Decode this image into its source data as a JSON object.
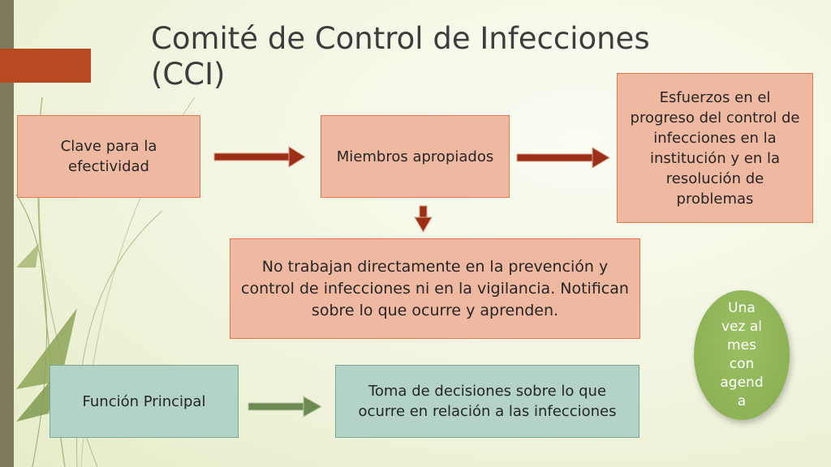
{
  "slide": {
    "title": "Comité de Control de Infecciones (CCI)",
    "nodes": {
      "clave": "Clave para la efectividad",
      "miembros": "Miembros apropiados",
      "esfuerzos": "Esfuerzos en el progreso del control de infecciones en la institución y en la resolución de problemas",
      "no_trabajan": "No trabajan directamente en la prevención y control de infecciones ni en la vigilancia. Notifican sobre lo que ocurre y aprenden.",
      "funcion": "Función Principal",
      "toma": "Toma de decisiones sobre lo que ocurre en relación a las infecciones",
      "frecuencia": "Una vez al mes con agenda"
    }
  },
  "colors": {
    "salmon_fill": "#eeb8a1",
    "salmon_border": "#e07a4c",
    "green_fill": "#b2d3c5",
    "green_border": "#7aa898",
    "red_arrow": "#9c2f17",
    "green_arrow": "#6d8a52",
    "ellipse_fill": "#8fb357",
    "accent_tab": "#b84a22"
  }
}
